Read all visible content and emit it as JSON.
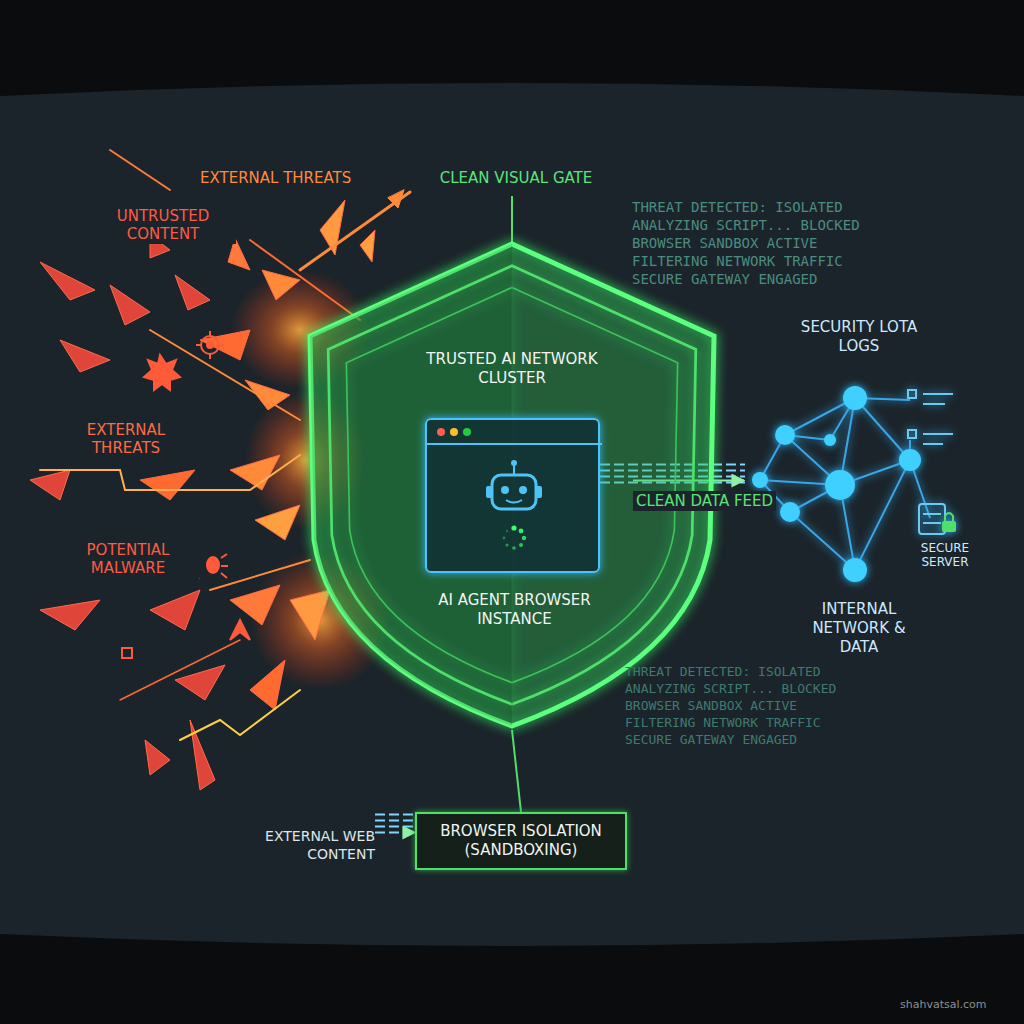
{
  "diagram": {
    "nodes": [
      {
        "text": [
          "TRUSTED AI NETWORK CLUSTER"
        ]
      },
      {
        "text": [
          "AI AGENT BROWSER INSTANCE"
        ],
        "in": 0
      },
      {
        "text": [
          "SECURITY LOTA LOGS",
          "INTERNAL NETWORK & DATA"
        ]
      },
      {
        "text": [
          "EXTERNAL WEB CONTENT"
        ]
      },
      {
        "text": [
          "BROWSER ISOLATION (SANDBOXING)"
        ]
      }
    ],
    "edges": [
      {
        "from": 1,
        "to": 2,
        "arrow": "none"
      },
      {
        "from": 0,
        "to": 4,
        "arrow": "none"
      },
      {
        "from": 3,
        "to": 4,
        "arrow": "to"
      },
      {
        "from": 4,
        "to": 2,
        "arrow": "to",
        "label": "CLEAN DATA FEED"
      }
    ],
    "labels": [
      "EXTERNAL THREATS",
      "CLEAN VISUAL GATE",
      "UNTRUSTED CONTENT",
      "THREAT DETECTED: ISOLATED",
      "ANALYZING SCRIPT... BLOCKED",
      "BROWSER SANDBOX ACTIVE",
      "FILTERING NETWORK TRAFFIC",
      "SECURE GATEWAY ENGAGED",
      "EXTERNAL THREATS",
      "SECURE SERVER",
      "POTENTIAL MALWARE",
      "THREAT DETECTED: ISOLATED",
      "ANALYZING SCRIPT... BLOCKED",
      "BROWSER SANDBOX ACTIVE",
      "FILTERING NETWORK TRAFFIC",
      "SECURE GATEWAY ENGAGED",
      "shahvatsal.com"
    ]
  }
}
